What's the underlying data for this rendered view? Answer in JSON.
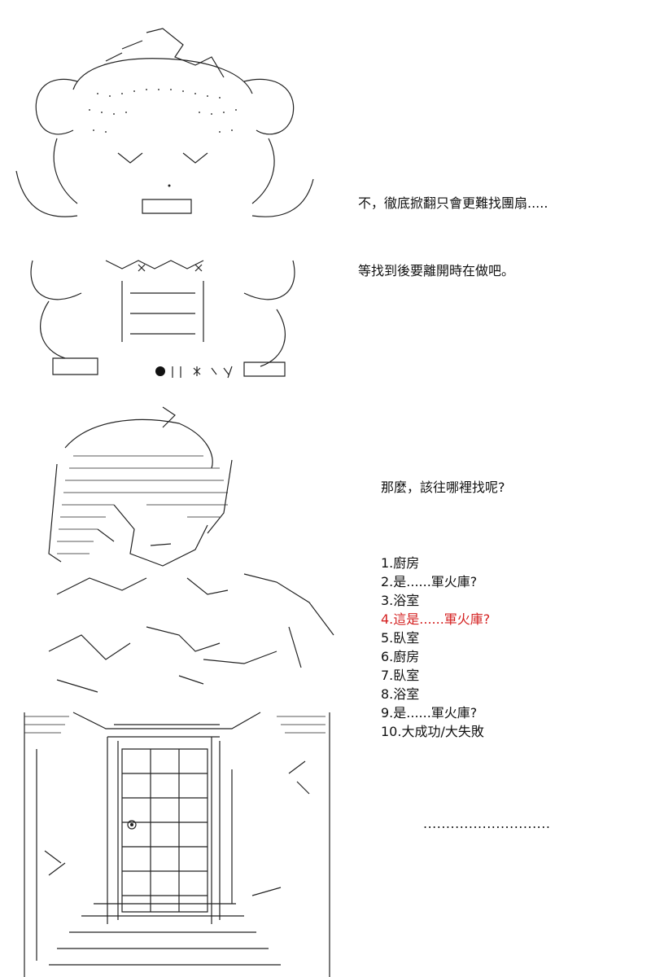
{
  "panel1": {
    "dialogue": [
      "不，徹底掀翻只會更難找團扇.....",
      "等找到後要離開時在做吧。"
    ]
  },
  "panel2": {
    "question": "那麼，該往哪裡找呢?",
    "choices": [
      {
        "label": "1.廚房",
        "highlight": false
      },
      {
        "label": "2.是......軍火庫?",
        "highlight": false
      },
      {
        "label": "3.浴室",
        "highlight": false
      },
      {
        "label": "4.這是......軍火庫?",
        "highlight": true
      },
      {
        "label": "5.臥室",
        "highlight": false
      },
      {
        "label": "6.廚房",
        "highlight": false
      },
      {
        "label": "7.臥室",
        "highlight": false
      },
      {
        "label": "8.浴室",
        "highlight": false
      },
      {
        "label": "9.是......軍火庫?",
        "highlight": false
      },
      {
        "label": "10.大成功/大失敗",
        "highlight": false
      }
    ],
    "highlight_color": "#d42020"
  },
  "panel3": {
    "ellipsis": "............................"
  }
}
